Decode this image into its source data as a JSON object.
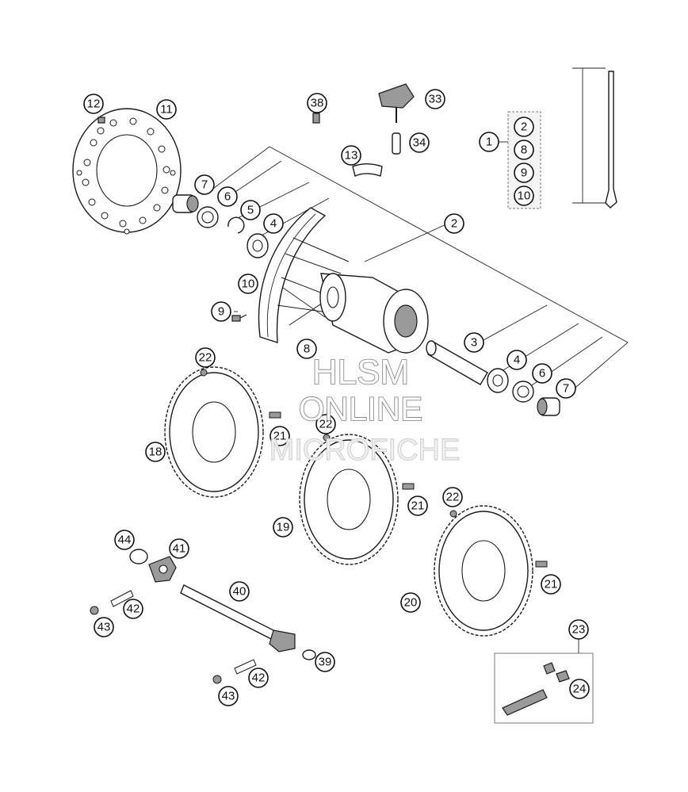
{
  "callouts": {
    "c1": "1",
    "c2_kit": "2",
    "c8_kit": "8",
    "c9_kit": "9",
    "c10_kit": "10",
    "c2": "2",
    "c3": "3",
    "c4a": "4",
    "c4b": "4",
    "c5": "5",
    "c6a": "6",
    "c6b": "6",
    "c7a": "7",
    "c7b": "7",
    "c8": "8",
    "c9": "9",
    "c10": "10",
    "c11": "11",
    "c12": "12",
    "c13": "13",
    "c18": "18",
    "c19": "19",
    "c20": "20",
    "c21a": "21",
    "c21b": "21",
    "c21c": "21",
    "c22a": "22",
    "c22b": "22",
    "c22c": "22",
    "c23": "23",
    "c24": "24",
    "c33": "33",
    "c34": "34",
    "c38": "38",
    "c39": "39",
    "c40": "40",
    "c41": "41",
    "c42a": "42",
    "c42b": "42",
    "c43a": "43",
    "c43b": "43",
    "c44": "44"
  },
  "watermark": {
    "line1": "HLSM",
    "line2": "ONLINE",
    "line3": "MICROFICHE"
  }
}
